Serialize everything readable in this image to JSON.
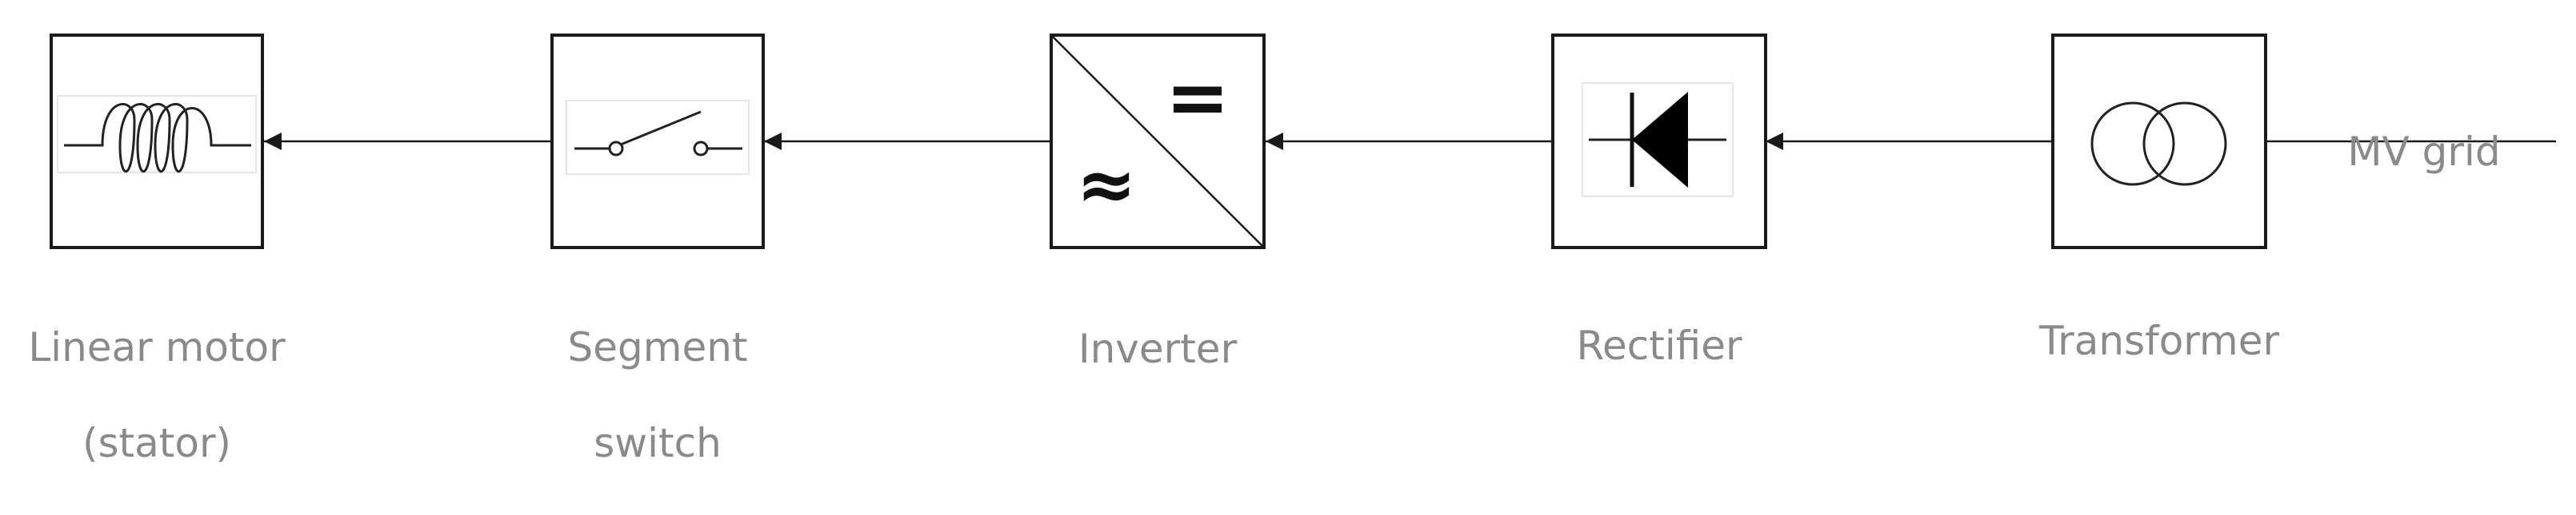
{
  "blocks": [
    {
      "id": "linear-motor",
      "label_lines": [
        "Linear motor",
        "(stator)"
      ],
      "icon": "coil-icon"
    },
    {
      "id": "segment-switch",
      "label_lines": [
        "Segment",
        "switch"
      ],
      "icon": "switch-icon"
    },
    {
      "id": "inverter",
      "label_lines": [
        "Inverter"
      ],
      "icon": "inverter-icon",
      "dc_symbol": "=",
      "ac_symbol": "≈"
    },
    {
      "id": "rectifier",
      "label_lines": [
        "Rectifier"
      ],
      "icon": "diode-icon"
    },
    {
      "id": "transformer",
      "label_lines": [
        "Transformer"
      ],
      "icon": "transformer-icon"
    }
  ],
  "input_label": "MV grid",
  "colors": {
    "stroke": "#1a1a1a",
    "label": "#8a8a8a"
  }
}
